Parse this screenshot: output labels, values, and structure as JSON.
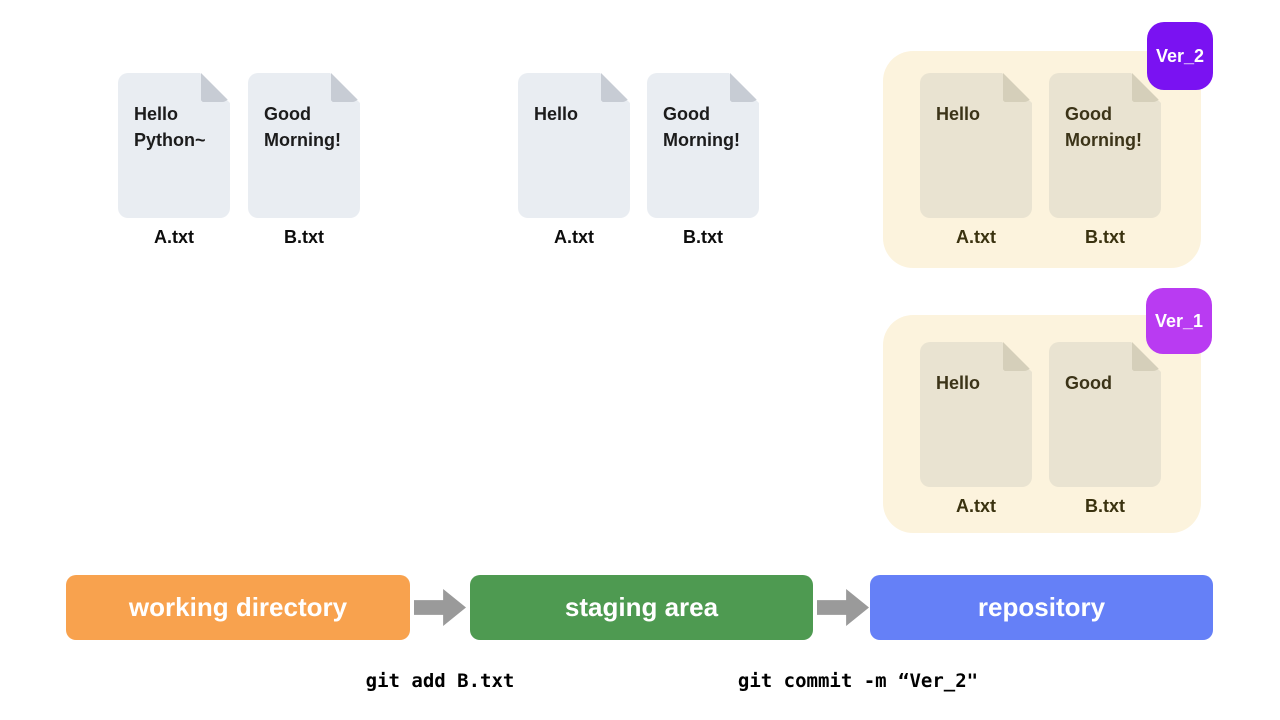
{
  "working_directory": {
    "files": [
      {
        "name": "A.txt",
        "content": "Hello Python~"
      },
      {
        "name": "B.txt",
        "content": "Good Morning!"
      }
    ]
  },
  "staging_area": {
    "files": [
      {
        "name": "A.txt",
        "content": "Hello"
      },
      {
        "name": "B.txt",
        "content": "Good Morning!"
      }
    ]
  },
  "repository": {
    "versions": [
      {
        "badge": "Ver_2",
        "badge_color": "#7a12f2",
        "files": [
          {
            "name": "A.txt",
            "content": "Hello"
          },
          {
            "name": "B.txt",
            "content": "Good Morning!"
          }
        ]
      },
      {
        "badge": "Ver_1",
        "badge_color": "#b93bf2",
        "files": [
          {
            "name": "A.txt",
            "content": "Hello"
          },
          {
            "name": "B.txt",
            "content": "Good"
          }
        ]
      }
    ]
  },
  "stages": [
    {
      "label": "working directory",
      "color": "#f8a24e"
    },
    {
      "label": "staging area",
      "color": "#4e9a51"
    },
    {
      "label": "repository",
      "color": "#6580f7"
    }
  ],
  "commands": [
    {
      "text": "git add B.txt"
    },
    {
      "text": "git commit -m “Ver_2\""
    }
  ],
  "colors": {
    "arrow": "#9a9a9a",
    "plain_file_bg": "#e9edf2",
    "plain_file_fold": "#c7ccd4",
    "version_container_bg": "#fcf3dd",
    "cream_file_bg": "#e9e3d1",
    "cream_file_fold": "#d5cfba"
  }
}
